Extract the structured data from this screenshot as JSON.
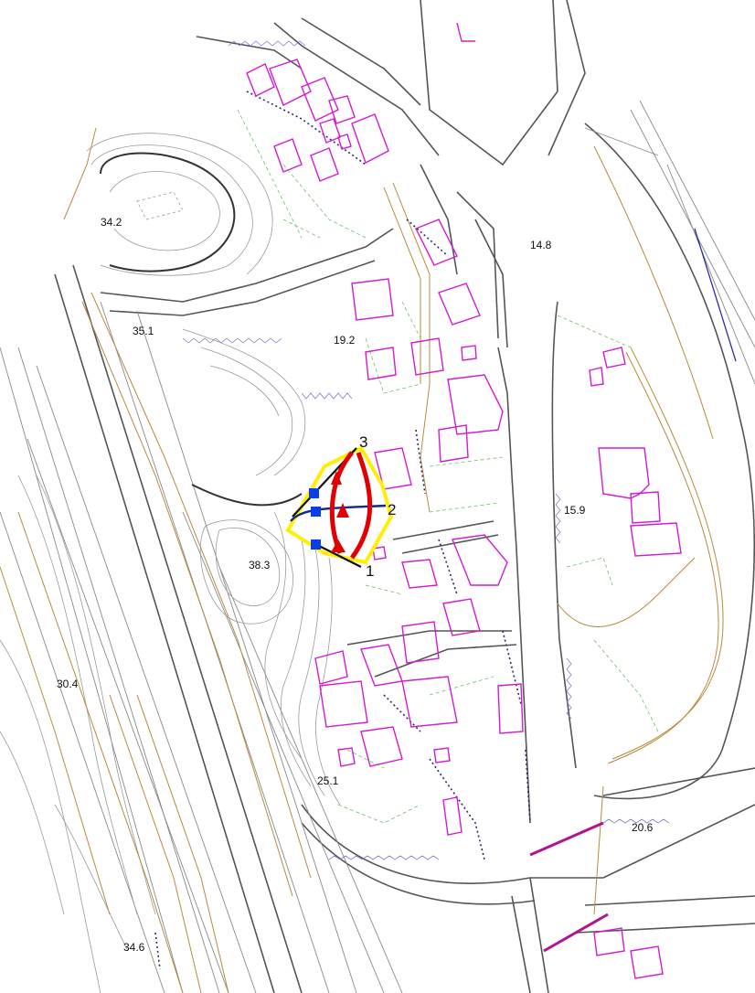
{
  "map": {
    "elevation_labels": [
      {
        "id": "elev-34-2",
        "text": "34.2"
      },
      {
        "id": "elev-14-8",
        "text": "14.8"
      },
      {
        "id": "elev-19-2",
        "text": "19.2"
      },
      {
        "id": "elev-35-1",
        "text": "35.1"
      },
      {
        "id": "elev-15-9",
        "text": "15.9"
      },
      {
        "id": "elev-38-3",
        "text": "38.3"
      },
      {
        "id": "elev-30-4",
        "text": "30.4"
      },
      {
        "id": "elev-25-1",
        "text": "25.1"
      },
      {
        "id": "elev-20-6",
        "text": "20.6"
      },
      {
        "id": "elev-34-6",
        "text": "34.6"
      }
    ],
    "section_labels": [
      {
        "id": "section-1",
        "text": "1"
      },
      {
        "id": "section-2",
        "text": "2"
      },
      {
        "id": "section-3",
        "text": "3"
      }
    ],
    "colors": {
      "building": "#d21bd2",
      "road": "#555555",
      "contour": "#9a9a9a",
      "slope_edge": "#b98a3c",
      "boundary": "#6cbf6c",
      "landslide_block": "#ffef00",
      "scarp": "#e00000",
      "measure_point": "#0a3ee6",
      "bridge": "#b0148e"
    }
  }
}
